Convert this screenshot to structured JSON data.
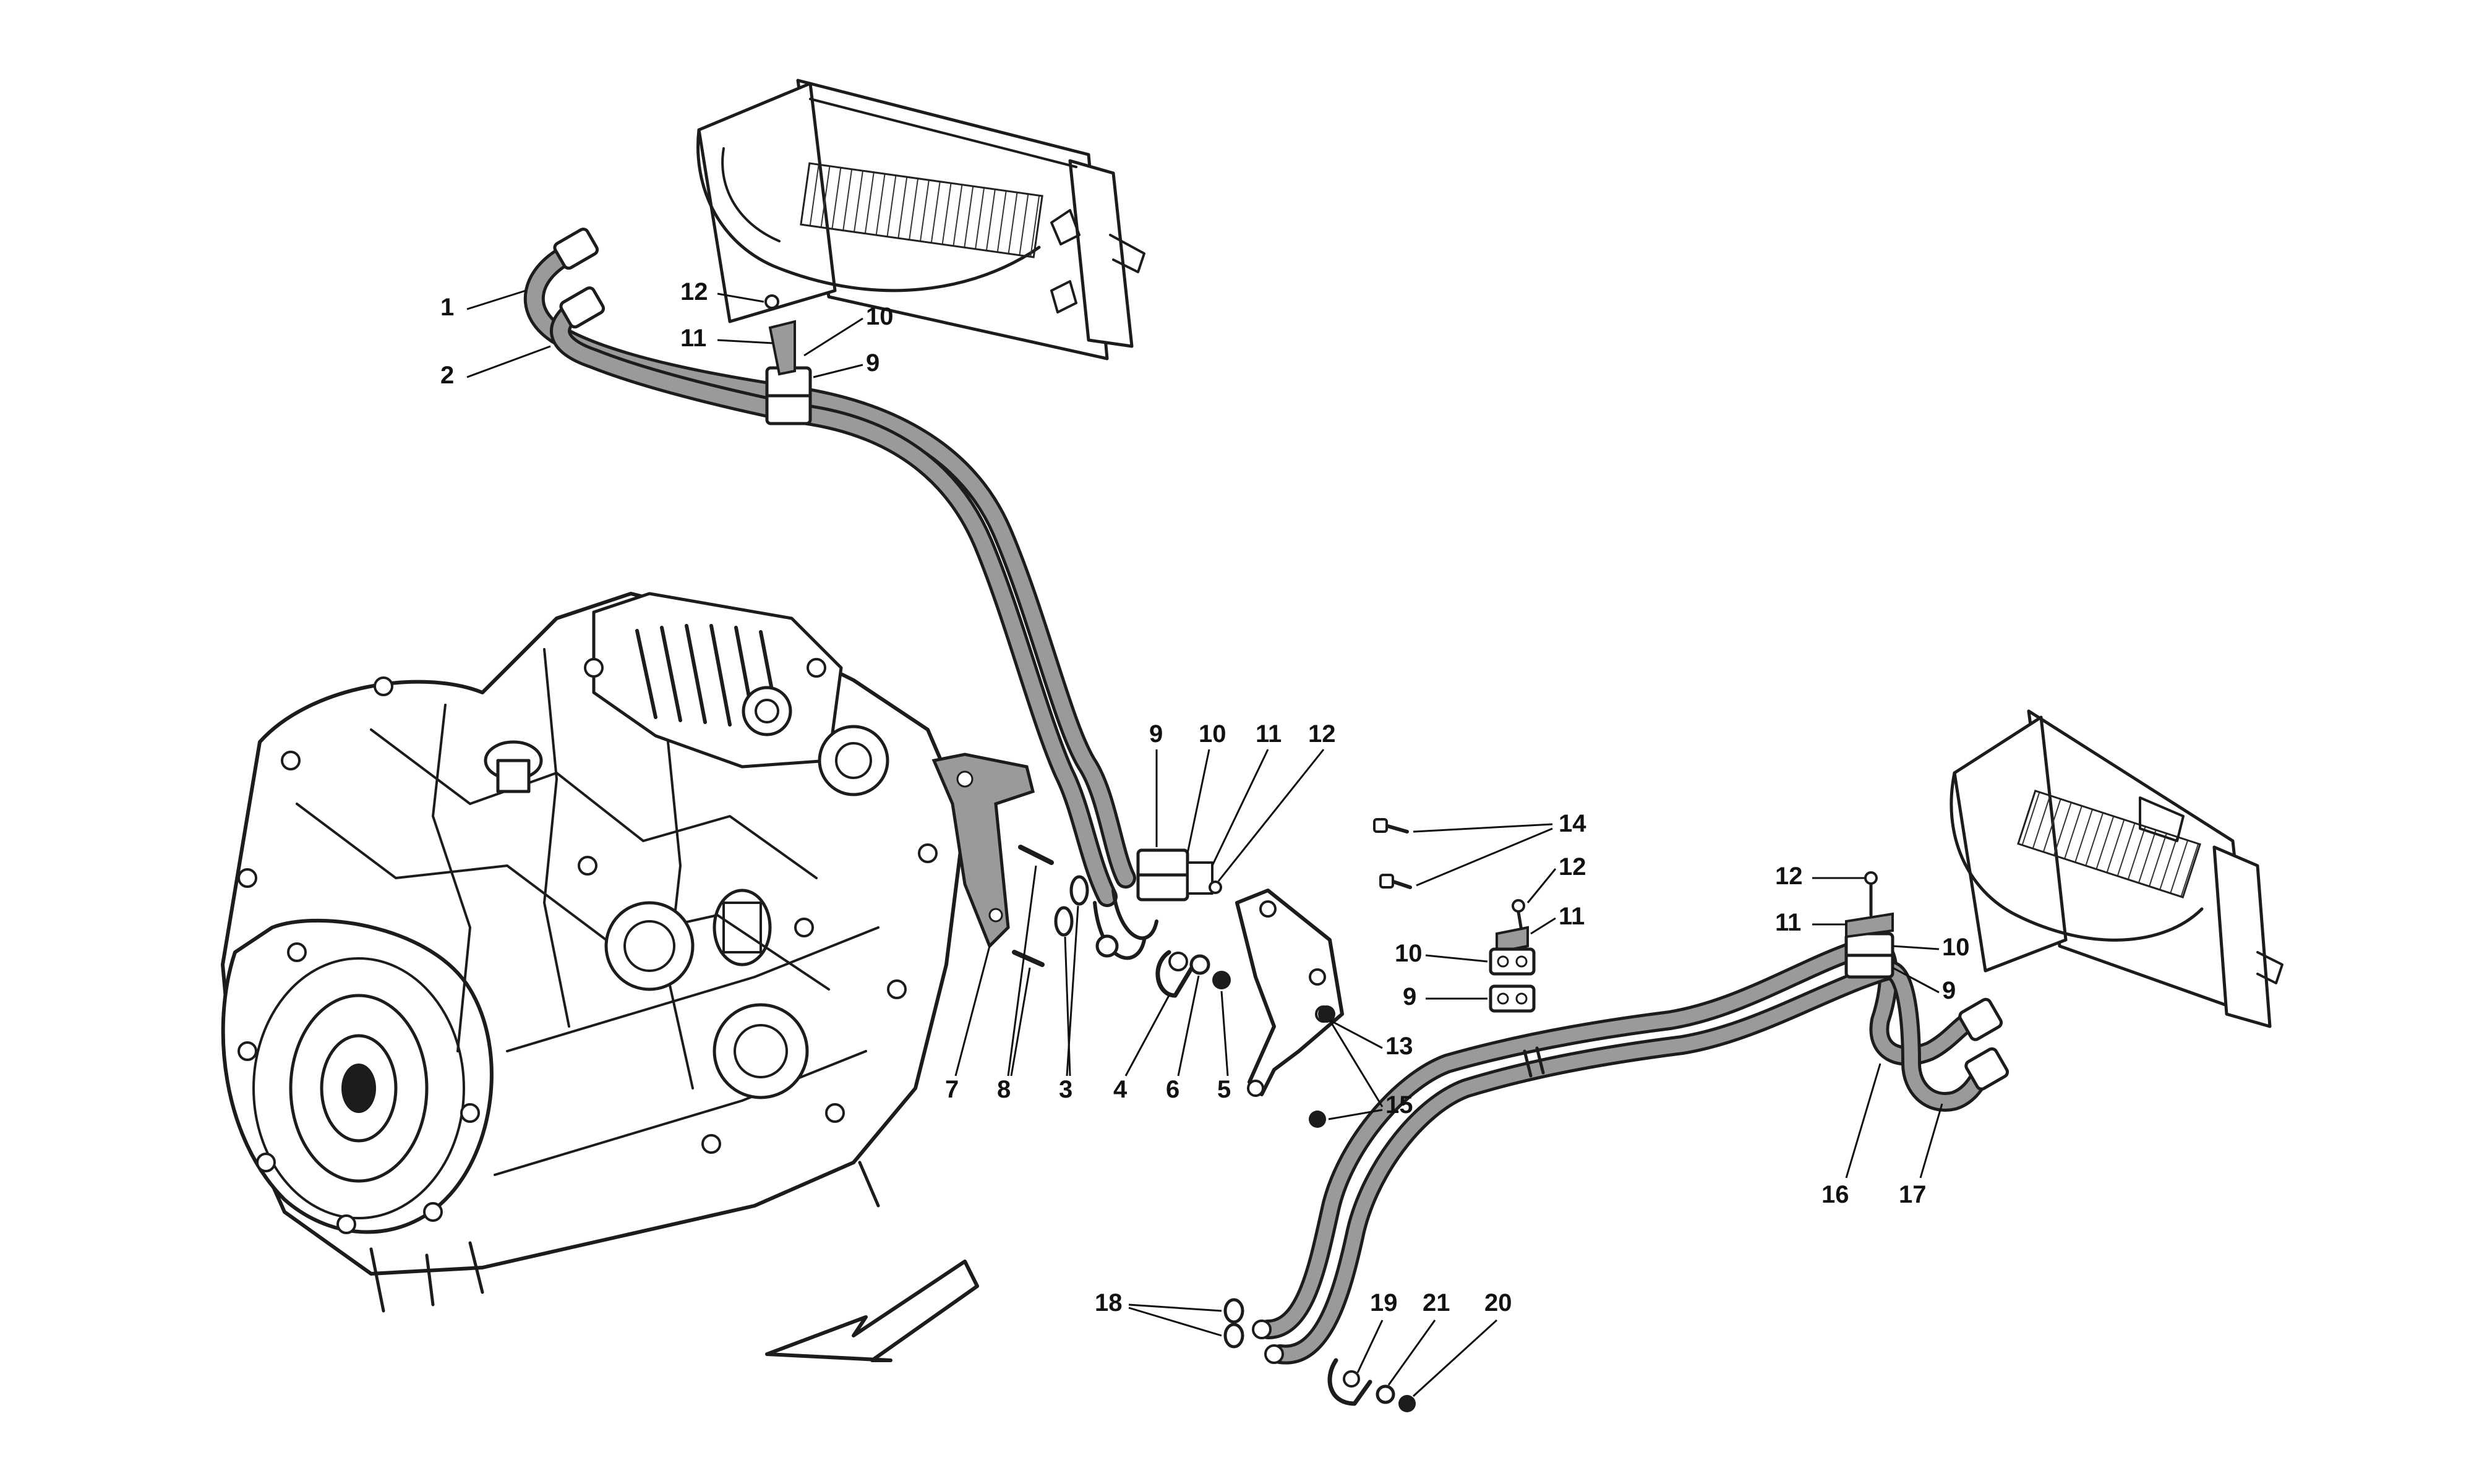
{
  "diagram": {
    "callouts": [
      "1",
      "2",
      "12",
      "11",
      "10",
      "9",
      "9",
      "10",
      "11",
      "12",
      "14",
      "14",
      "12",
      "11",
      "10",
      "9",
      "12",
      "11",
      "10",
      "9",
      "7",
      "8",
      "3",
      "4",
      "6",
      "5",
      "13",
      "15",
      "16",
      "17",
      "18",
      "19",
      "21",
      "20"
    ],
    "colors": {
      "ink": "#1c1c1c",
      "pipe_fill": "#9a9a9a",
      "background": "#ffffff"
    },
    "icons": [
      "direction-arrow-icon"
    ]
  }
}
